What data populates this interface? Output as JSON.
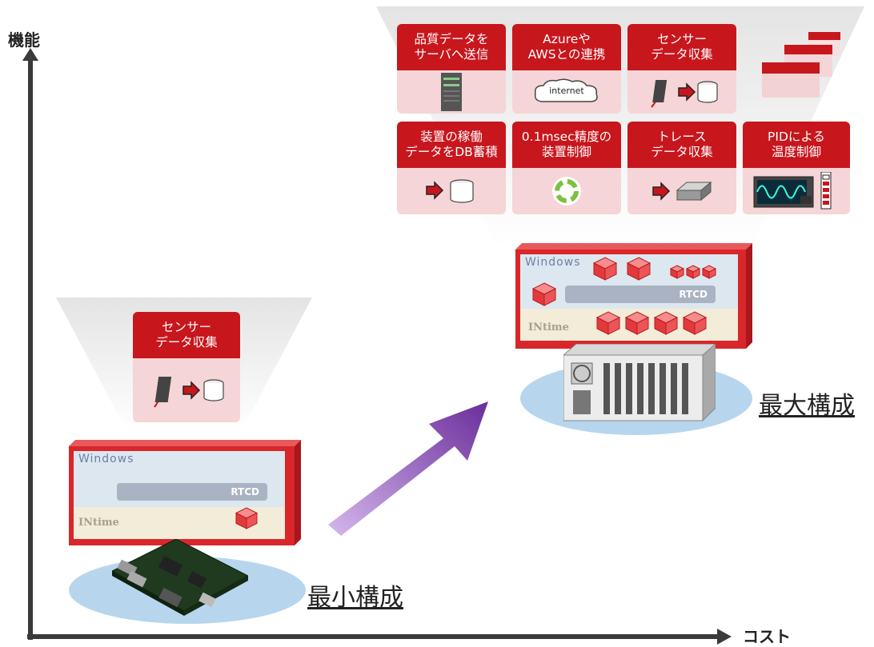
{
  "axes": {
    "y_label": "機能",
    "x_label": "コスト"
  },
  "large": {
    "row1": [
      {
        "l1": "品質データを",
        "l2": "サーバへ送信",
        "icon": "server-icon"
      },
      {
        "l1": "Azureや",
        "l2": "AWSとの連携",
        "icon": "cloud-icon",
        "cloud": "internet"
      },
      {
        "l1": "センサー",
        "l2": "データ収集",
        "icon": "sensor-to-db-icon"
      }
    ],
    "row2": [
      {
        "l1": "装置の稼働",
        "l2": "データをDB蓄積",
        "icon": "db-icon"
      },
      {
        "l1": "0.1msec精度の",
        "l2": "装置制御",
        "icon": "cycle-icon"
      },
      {
        "l1": "トレース",
        "l2": "データ収集",
        "icon": "storage-icon"
      },
      {
        "l1": "PIDによる",
        "l2": "温度制御",
        "icon": "oscilloscope-icon"
      }
    ]
  },
  "small_card": {
    "l1": "センサー",
    "l2": "データ収集"
  },
  "panels": {
    "windows": "Windows",
    "rtcd": "RTCD",
    "intime": "INtime"
  },
  "labels": {
    "min": "最小構成",
    "max": "最大構成"
  },
  "colors": {
    "accent": "#c8161d",
    "card_bg": "#f5d5d7",
    "arrow_start": "#d4b8ec",
    "arrow_end": "#6a2d9a",
    "ellipse": "#b7d6ee"
  }
}
